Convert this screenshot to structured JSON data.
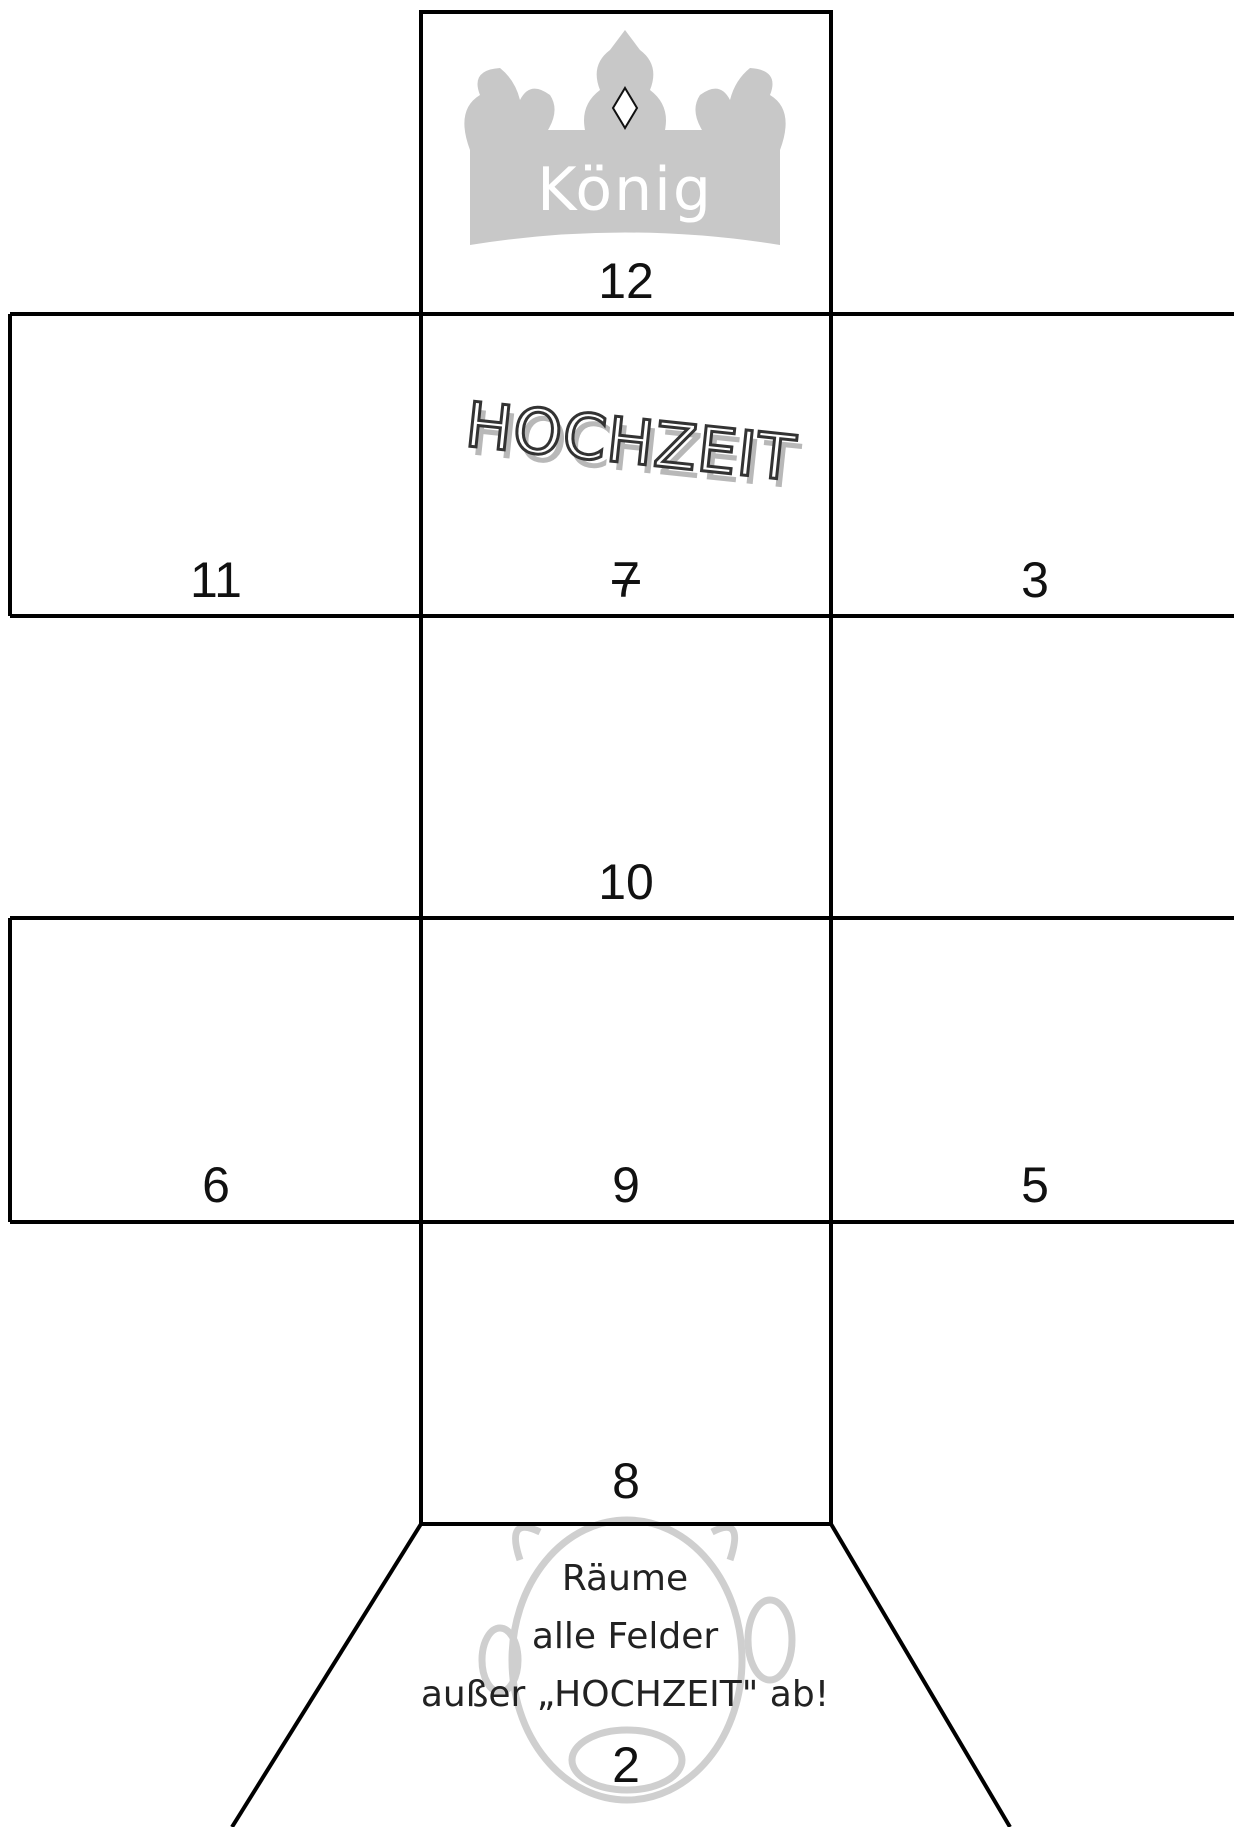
{
  "crown": {
    "label": "König",
    "color": "#c8c8c8"
  },
  "fields": {
    "f12": "12",
    "f11": "11",
    "f7": "7",
    "f3": "3",
    "f10": "10",
    "f6": "6",
    "f9": "9",
    "f5": "5",
    "f8": "8",
    "f2": "2"
  },
  "hochzeit_label": "HOCHZEIT",
  "instruction": {
    "line1": "Räume",
    "line2": "alle Felder",
    "line3": "außer „HOCHZEIT\" ab!"
  },
  "pig_icon_color": "#cfcfcf",
  "line_color": "#000000"
}
